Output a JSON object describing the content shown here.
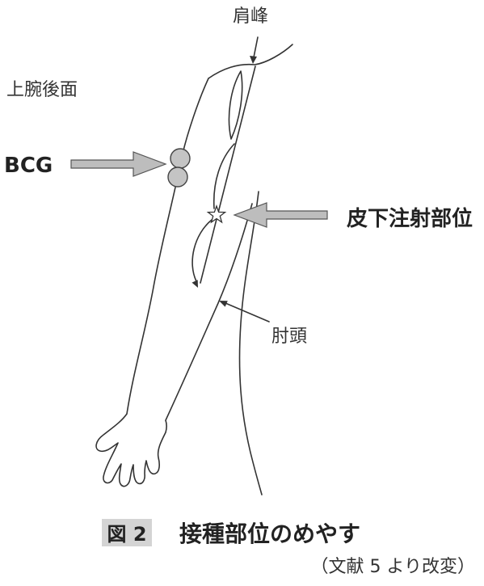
{
  "figure": {
    "labels": {
      "acromion": "肩峰",
      "view": "上腕後面",
      "bcg": "BCG",
      "subcutaneous_site": "皮下注射部位",
      "olecranon": "肘頭"
    },
    "caption": {
      "number": "図 2",
      "title": "接種部位のめやす",
      "source": "（文献 5 より改変）"
    }
  },
  "colors": {
    "line": "#333333",
    "arrow_fill": "#bdbdbd",
    "marker_fill": "#c4c4c4",
    "caption_bg": "#d4d4d4"
  }
}
